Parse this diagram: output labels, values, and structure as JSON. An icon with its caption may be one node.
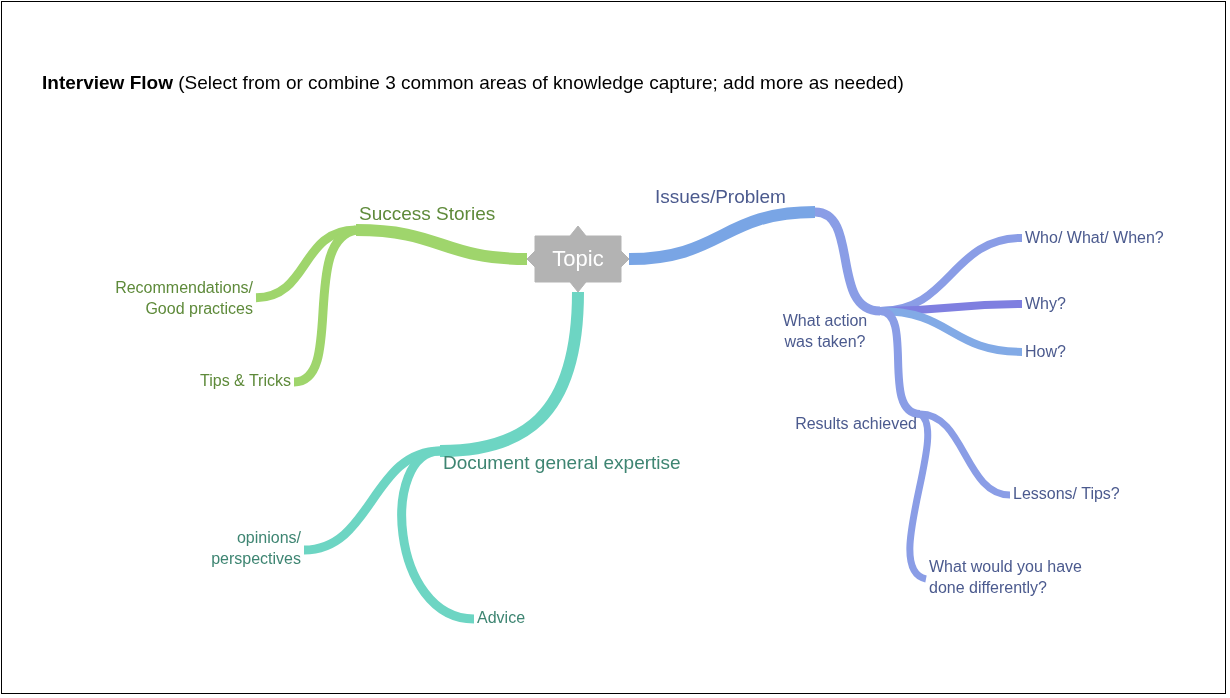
{
  "diagram": {
    "title": "**Interview Flow** (Select from or combine 3 common areas of knowledge capture; add more as needed)",
    "nodes": [
      {
        "text": [
          "Topic"
        ]
      },
      {
        "text": [
          "Success Stories"
        ]
      },
      {
        "text": [
          "Recommendations/ Good practices"
        ]
      },
      {
        "text": [
          "Tips & Tricks"
        ]
      },
      {
        "text": [
          "Issues/Problem"
        ]
      },
      {
        "text": [
          "What action was taken?"
        ]
      },
      {
        "text": [
          "Who/ What/ When?"
        ]
      },
      {
        "text": [
          "Why?"
        ]
      },
      {
        "text": [
          "How?"
        ]
      },
      {
        "text": [
          "Results achieved"
        ]
      },
      {
        "text": [
          "Lessons/ Tips?"
        ]
      },
      {
        "text": [
          "What would you have done differently?"
        ]
      },
      {
        "text": [
          "Document general expertise"
        ]
      },
      {
        "text": [
          "opinions/ perspectives"
        ]
      },
      {
        "text": [
          "Advice"
        ]
      }
    ],
    "edges": [
      {
        "from": 0,
        "to": 1,
        "arrow": "none",
        "color": "#9fd56c"
      },
      {
        "from": 1,
        "to": 2,
        "arrow": "none",
        "color": "#9fd56c"
      },
      {
        "from": 1,
        "to": 3,
        "arrow": "none",
        "color": "#9fd56c"
      },
      {
        "from": 0,
        "to": 4,
        "arrow": "none",
        "color": "#79a5e5"
      },
      {
        "from": 4,
        "to": 5,
        "arrow": "none"
      },
      {
        "from": 5,
        "to": 6,
        "arrow": "none"
      },
      {
        "from": 5,
        "to": 7,
        "arrow": "none",
        "color": "#7f7fe0"
      },
      {
        "from": 5,
        "to": 8,
        "arrow": "none",
        "color": "#82aae6"
      },
      {
        "from": 5,
        "to": 9,
        "arrow": "none"
      },
      {
        "from": 9,
        "to": 10,
        "arrow": "none"
      },
      {
        "from": 9,
        "to": 11,
        "arrow": "none"
      },
      {
        "from": 0,
        "to": 12,
        "arrow": "none",
        "color": "#6dd5c3"
      },
      {
        "from": 12,
        "to": 13,
        "arrow": "none",
        "color": "#6dd5c3"
      },
      {
        "from": 12,
        "to": 14,
        "arrow": "none",
        "color": "#6dd5c3"
      }
    ]
  }
}
